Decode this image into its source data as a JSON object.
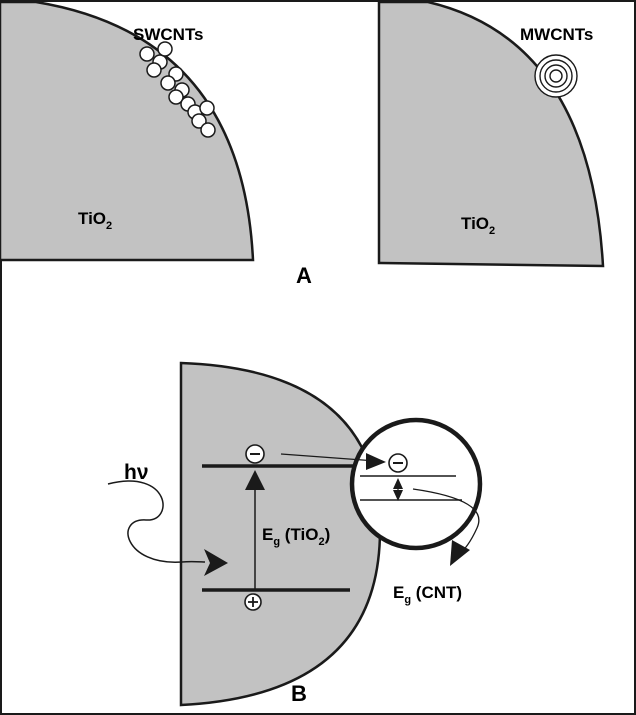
{
  "panel_a": {
    "letter": "A",
    "left": {
      "particle_label": "TiO",
      "particle_sub": "2",
      "nanotube_label": "SWCNTs"
    },
    "right": {
      "particle_label": "TiO",
      "particle_sub": "2",
      "nanotube_label": "MWCNTs"
    }
  },
  "panel_b": {
    "letter": "B",
    "light_label": "hν",
    "tio2_gap_label": "E",
    "tio2_gap_sub": "g",
    "tio2_gap_suffix_open": " (TiO",
    "tio2_gap_suffix_sub": "2",
    "tio2_gap_suffix_close": ")",
    "cnt_gap_label": "E",
    "cnt_gap_sub": "g",
    "cnt_gap_suffix": " (CNT)",
    "electron_symbol": "−",
    "hole_symbol": "+"
  },
  "colors": {
    "particle_fill": "#c2c2c2",
    "stroke": "#1a1a1a",
    "background": "#ffffff"
  }
}
